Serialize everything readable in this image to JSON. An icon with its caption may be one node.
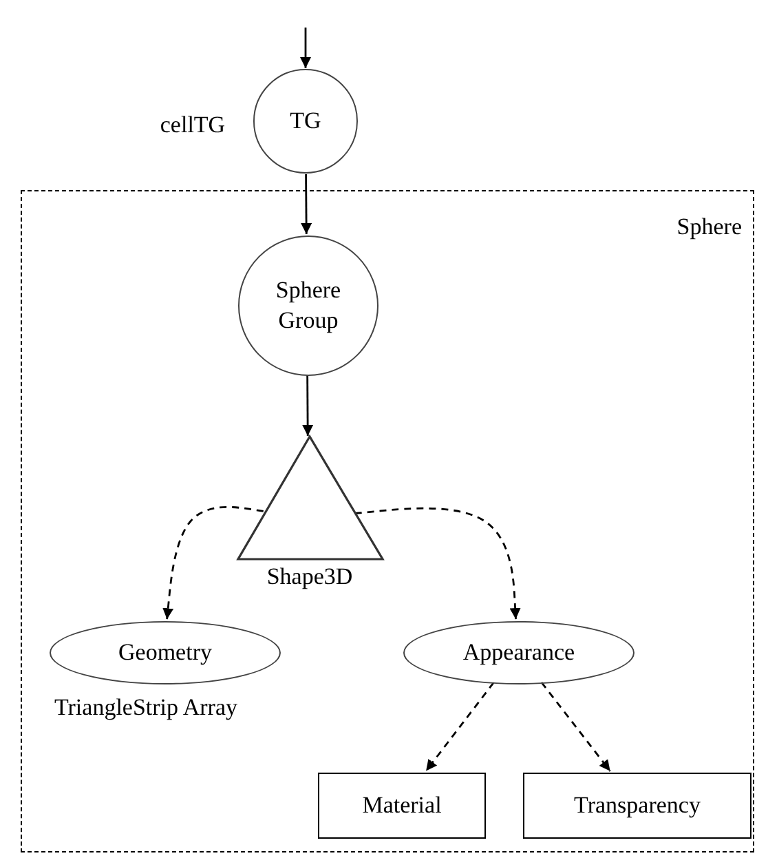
{
  "diagram": {
    "nodes": [
      {
        "text": [
          "Sphere"
        ]
      },
      {
        "text": [
          "TG"
        ],
        "beside": [
          "cellTG"
        ]
      },
      {
        "text": [
          "Sphere Group"
        ],
        "in": 0
      },
      {
        "text": [
          "Shape3D"
        ],
        "in": 0
      },
      {
        "text": [
          "Geometry"
        ],
        "beside": [
          "TriangleStrip Array"
        ],
        "in": 0
      },
      {
        "text": [
          "Appearance"
        ],
        "in": 0
      },
      {
        "text": [
          "Material"
        ],
        "in": 0
      },
      {
        "text": [
          "Transparency"
        ],
        "in": 0
      }
    ],
    "edges": [
      {
        "from": null,
        "to": 1,
        "arrow": "to"
      },
      {
        "from": 1,
        "to": 2,
        "arrow": "to"
      },
      {
        "from": 2,
        "to": 3,
        "arrow": "to"
      },
      {
        "from": 3,
        "to": 4,
        "arrow": "to",
        "style": "dashed"
      },
      {
        "from": 3,
        "to": 5,
        "arrow": "to",
        "style": "dashed"
      },
      {
        "from": 5,
        "to": 6,
        "arrow": "to",
        "style": "dashed"
      },
      {
        "from": 5,
        "to": 7,
        "arrow": "to",
        "style": "dashed"
      }
    ]
  }
}
